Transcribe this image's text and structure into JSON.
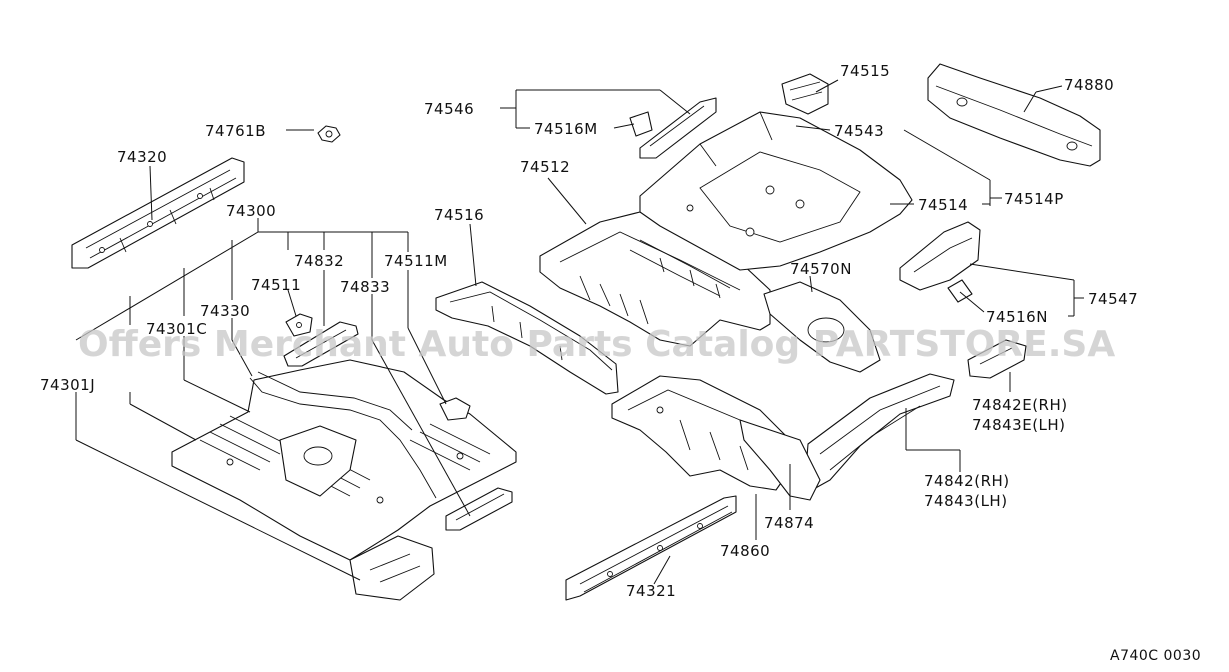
{
  "watermark": "Offers Merchant Auto Parts Catalog PARTSTORE.SA",
  "diagram_code": "A740C 0030",
  "callouts": {
    "p74761B": "74761B",
    "p74320": "74320",
    "p74300": "74300",
    "p74832": "74832",
    "p74511M": "74511M",
    "p74511": "74511",
    "p74330": "74330",
    "p74833": "74833",
    "p74301C": "74301C",
    "p74301J": "74301J",
    "p74546": "74546",
    "p74516M": "74516M",
    "p74512": "74512",
    "p74516": "74516",
    "p74515": "74515",
    "p74543": "74543",
    "p74880": "74880",
    "p74514": "74514",
    "p74514P": "74514P",
    "p74570N": "74570N",
    "p74547": "74547",
    "p74516N": "74516N",
    "p74842E": "74842E(RH)",
    "p74843E": "74843E(LH)",
    "p74842": "74842(RH)",
    "p74843": "74843(LH)",
    "p74874": "74874",
    "p74860": "74860",
    "p74321": "74321"
  }
}
